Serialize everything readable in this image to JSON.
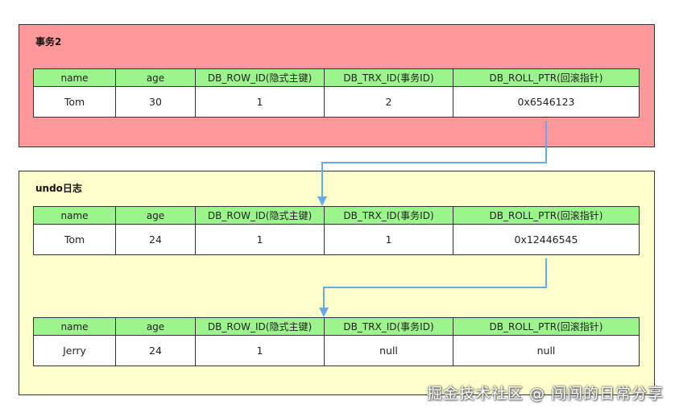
{
  "colors": {
    "txn_panel_bg": "#ff9999",
    "undo_panel_bg": "#ffffcc",
    "header_bg": "#9cf58c",
    "arrow": "#66aaee"
  },
  "txn_panel": {
    "title": "事务2",
    "record": {
      "columns": [
        "name",
        "age",
        "DB_ROW_ID(隐式主键)",
        "DB_TRX_ID(事务ID)",
        "DB_ROLL_PTR(回滚指针)"
      ],
      "values": [
        "Tom",
        "30",
        "1",
        "2",
        "0x6546123"
      ]
    }
  },
  "undo_panel": {
    "title": "undo日志",
    "records": [
      {
        "columns": [
          "name",
          "age",
          "DB_ROW_ID(隐式主键)",
          "DB_TRX_ID(事务ID)",
          "DB_ROLL_PTR(回滚指针)"
        ],
        "values": [
          "Tom",
          "24",
          "1",
          "1",
          "0x12446545"
        ]
      },
      {
        "columns": [
          "name",
          "age",
          "DB_ROW_ID(隐式主键)",
          "DB_TRX_ID(事务ID)",
          "DB_ROLL_PTR(回滚指针)"
        ],
        "values": [
          "Jerry",
          "24",
          "1",
          "null",
          "null"
        ]
      }
    ]
  },
  "watermark": "掘金技术社区 @ 闯闯的日常分享"
}
